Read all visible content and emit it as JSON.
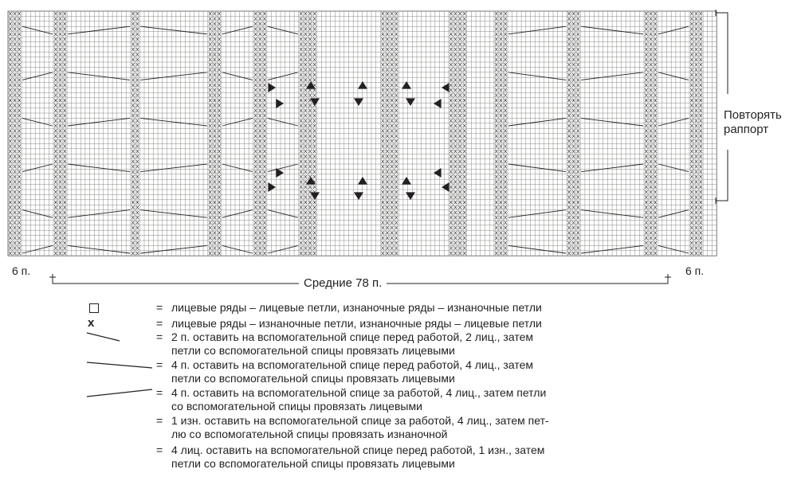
{
  "diagram": {
    "stitch_counts": {
      "left": "6 п.",
      "right": "6 п.",
      "middle": "Средние 78 п."
    },
    "repeat_label": [
      "Повторять",
      "раппорт"
    ]
  },
  "legend": {
    "items": [
      {
        "symbol": "knit-square",
        "lines": [
          "лицевые ряды – лицевые петли, изнаночные ряды – изнаночные петли"
        ]
      },
      {
        "symbol": "purl-cross",
        "glyph": "x",
        "lines": [
          "лицевые ряды – изнаночные петли, изнаночные ряды – лицевые петли"
        ]
      },
      {
        "symbol": "cable-2-front",
        "lines": [
          "2 п. оставить на вспомогательной спице перед работой, 2 лиц., затем",
          "петли со вспомогательной спицы провязать лицевыми"
        ]
      },
      {
        "symbol": "cable-4-front",
        "lines": [
          "4 п. оставить на вспомогательной спице перед работой, 4 лиц., затем",
          "петли со вспомогательной спицы провязать лицевыми"
        ]
      },
      {
        "symbol": "cable-4-back",
        "lines": [
          "4 п. оставить на вспомогательной спице за работой, 4 лиц., затем петли",
          "со вспомогательной спицы провязать лицевыми"
        ]
      },
      {
        "symbol": "cross-purl-back",
        "lines": [
          "1 изн. оставить на вспомогательной спице за работой, 4 лиц., затем пет-",
          "лю со вспомогательной спицы провязать изнаночной"
        ]
      },
      {
        "symbol": "cross-knit-front",
        "lines": [
          "4 лиц. оставить на вспомогательной спице перед работой, 1 изн., затем",
          "петли со вспомогательной спицы провязать лицевыми"
        ]
      }
    ]
  }
}
